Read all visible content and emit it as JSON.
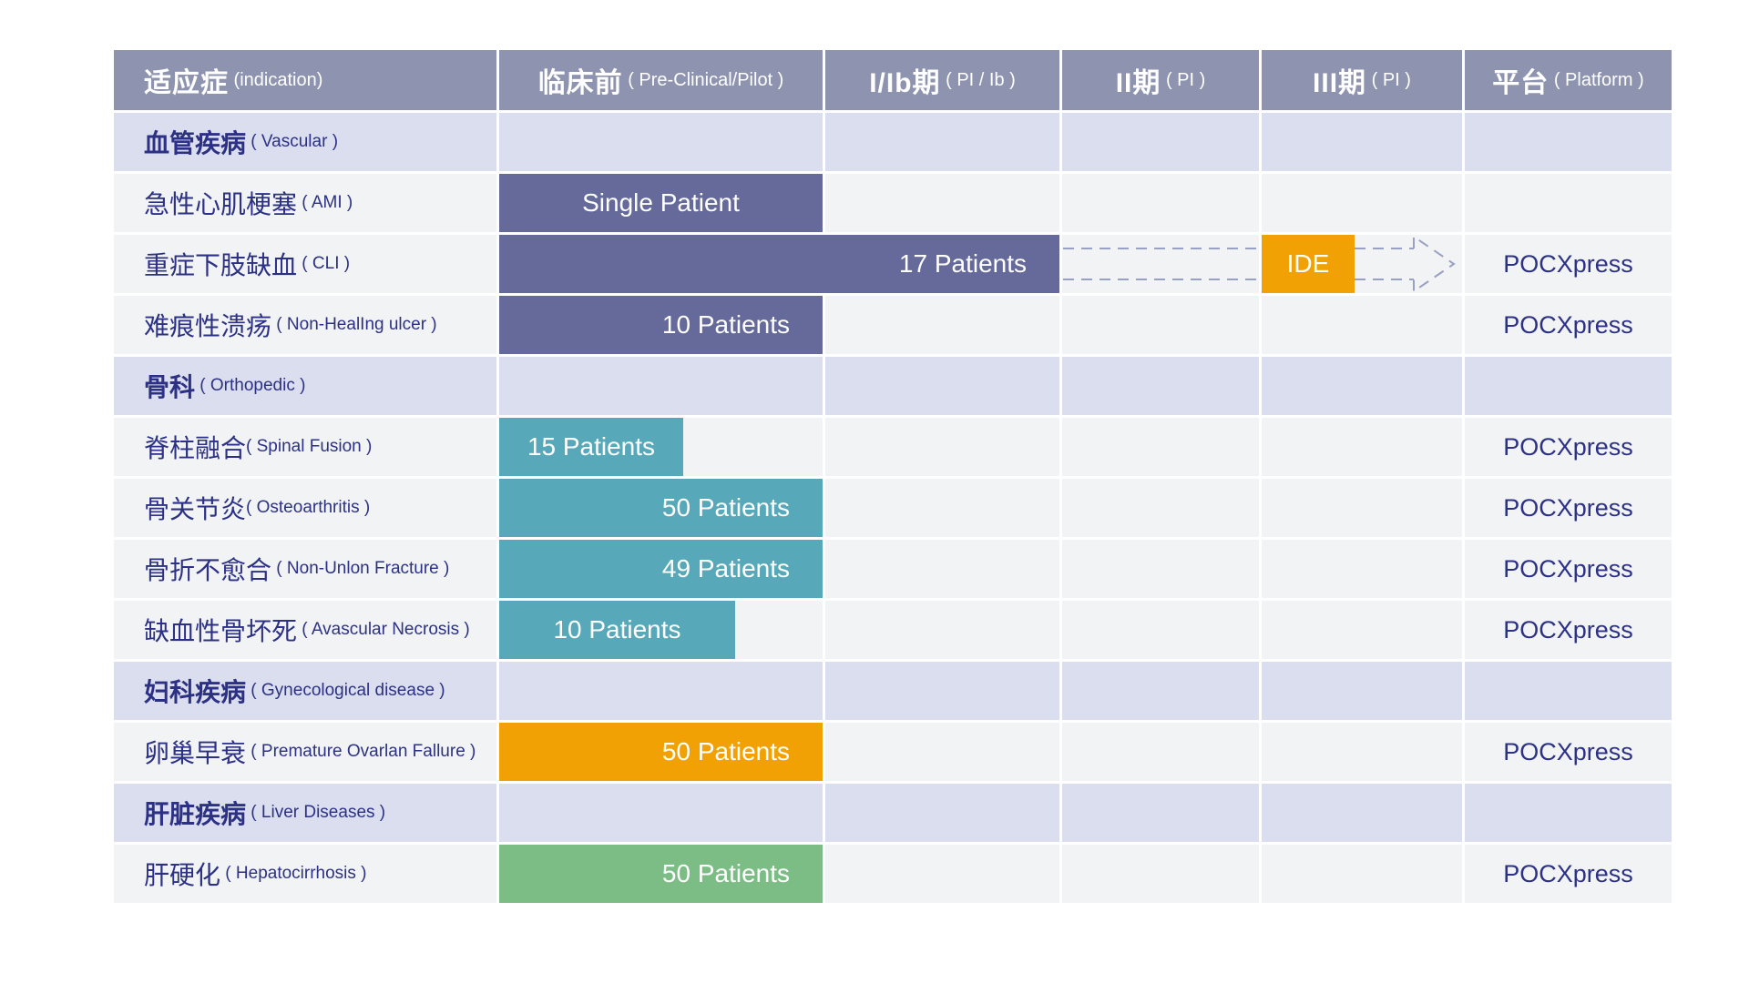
{
  "colors": {
    "header_bg": "#8E93AF",
    "section_row_bg": "#DADEEF",
    "item_row_bg": "#F2F3F4",
    "navy": "#656A9A",
    "teal": "#57A9BA",
    "orange": "#F2A104",
    "green": "#7CBD85",
    "label_text": "#2C3185",
    "bar_text": "#FFFFFF",
    "arrow_dash": "#9AA0C4",
    "gridline": "#FFFFFF"
  },
  "chart_data": {
    "type": "table",
    "title": "Clinical pipeline by indication and trial phase",
    "legend_position": "none",
    "grid": "white gridlines between cells",
    "columns": [
      {
        "zh": "适应症",
        "en": " (indication)"
      },
      {
        "zh": "临床前",
        "en": " ( Pre-Clinical/Pilot )"
      },
      {
        "zh": "I/Ib期",
        "en": " ( PI / Ib )"
      },
      {
        "zh": "II期",
        "en": " ( PI )"
      },
      {
        "zh": "III期",
        "en": " ( PI )"
      },
      {
        "zh": "平台",
        "en": " ( Platform )"
      }
    ],
    "rows": [
      {
        "kind": "section",
        "zh": "血管疾病",
        "en": " ( Vascular )"
      },
      {
        "kind": "item",
        "zh": "急性心肌梗塞",
        "en": " ( AMI )",
        "platform": "",
        "bar": {
          "label": "Single Patient",
          "palette": "navy",
          "span": "pre",
          "width_pct": 100,
          "align": "center"
        }
      },
      {
        "kind": "item",
        "zh": "重症下肢缺血",
        "en": " ( CLI )",
        "platform": "POCXpress",
        "bar": {
          "label": "17 Patients",
          "palette": "navy",
          "span": "pre-ib",
          "width_pct": 100,
          "align": "right"
        },
        "ide": {
          "label": "IDE",
          "palette": "orange",
          "note": "dashed arrow through II期/III期 ending before 平台"
        }
      },
      {
        "kind": "item",
        "zh": "难痕性溃疡",
        "en": " ( Non-HealIng ulcer )",
        "platform": "POCXpress",
        "bar": {
          "label": "10 Patients",
          "palette": "navy",
          "span": "pre",
          "width_pct": 100,
          "align": "right"
        }
      },
      {
        "kind": "section",
        "zh": "骨科",
        "en": " ( Orthopedic )"
      },
      {
        "kind": "item",
        "zh": "脊柱融合",
        "en": "( Spinal Fusion )",
        "platform": "POCXpress",
        "bar": {
          "label": "15 Patients",
          "palette": "teal",
          "span": "pre",
          "width_pct": 57,
          "align": "center"
        }
      },
      {
        "kind": "item",
        "zh": "骨关节炎",
        "en": "( Osteoarthritis )",
        "platform": "POCXpress",
        "bar": {
          "label": "50 Patients",
          "palette": "teal",
          "span": "pre",
          "width_pct": 100,
          "align": "right"
        }
      },
      {
        "kind": "item",
        "zh": "骨折不愈合",
        "en": " ( Non-Unlon Fracture )",
        "platform": "POCXpress",
        "bar": {
          "label": "49 Patients",
          "palette": "teal",
          "span": "pre",
          "width_pct": 100,
          "align": "right"
        }
      },
      {
        "kind": "item",
        "zh": "缺血性骨坏死",
        "en": " ( Avascular Necrosis )",
        "platform": "POCXpress",
        "bar": {
          "label": "10 Patients",
          "palette": "teal",
          "span": "pre",
          "width_pct": 73,
          "align": "center"
        }
      },
      {
        "kind": "section",
        "zh": "妇科疾病",
        "en": " ( Gynecological disease )"
      },
      {
        "kind": "item",
        "zh": "卵巢早衰",
        "en": " ( Premature Ovarlan Fallure )",
        "platform": "POCXpress",
        "bar": {
          "label": "50 Patients",
          "palette": "orange",
          "span": "pre",
          "width_pct": 100,
          "align": "right"
        }
      },
      {
        "kind": "section",
        "zh": "肝脏疾病",
        "en": " ( Liver Diseases )"
      },
      {
        "kind": "item",
        "zh": "肝硬化",
        "en": " ( Hepatocirrhosis )",
        "platform": "POCXpress",
        "bar": {
          "label": "50 Patients",
          "palette": "green",
          "span": "pre",
          "width_pct": 100,
          "align": "right"
        }
      }
    ]
  }
}
